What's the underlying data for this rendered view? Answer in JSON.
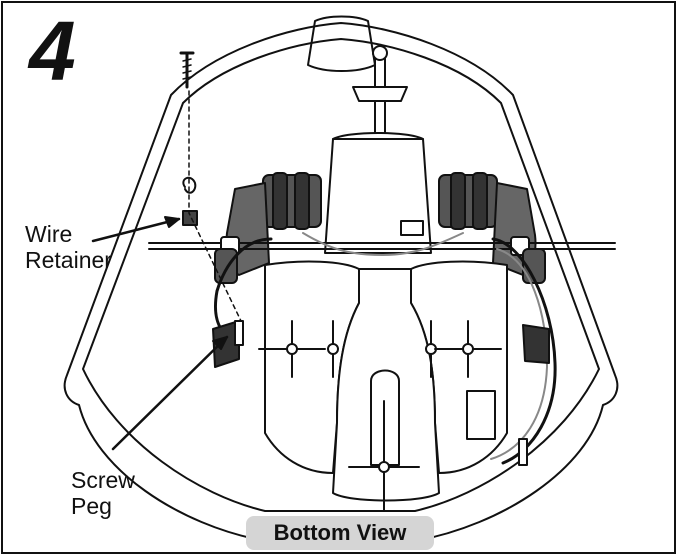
{
  "figure": {
    "step_number": "4",
    "labels": {
      "wire_retainer": [
        "Wire",
        "Retainer"
      ],
      "screw_peg": [
        "Screw",
        "Peg"
      ]
    },
    "view_label": "Bottom View"
  }
}
